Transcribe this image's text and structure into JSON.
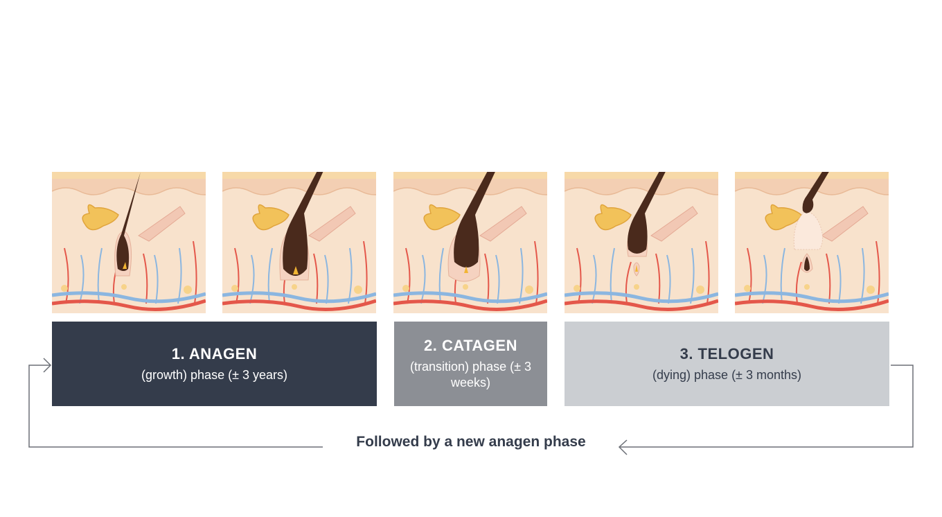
{
  "colors": {
    "anagen_box": "#343c4b",
    "catagen_box": "#8c8f95",
    "telogen_box": "#cbced2",
    "hair": "#4a2a1c",
    "skin": "#f8e2cc",
    "vein": "#8bb6e0",
    "artery": "#e4574a"
  },
  "icons": [
    "hair-follicle-illustration",
    "left-arrow-icon",
    "right-arrow-icon"
  ],
  "phases": [
    {
      "title": "1. ANAGEN",
      "subtitle": "(growth) phase (± 3 years)"
    },
    {
      "title": "2. CATAGEN",
      "subtitle": "(transition) phase (± 3 weeks)"
    },
    {
      "title": "3. TELOGEN",
      "subtitle": "(dying) phase (± 3 months)"
    }
  ],
  "cycle_label": "Followed by a new anagen phase"
}
